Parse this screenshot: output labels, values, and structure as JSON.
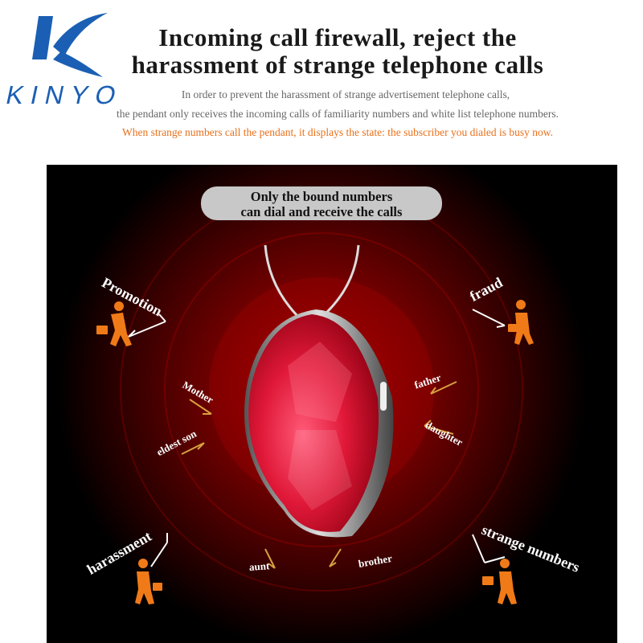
{
  "brand": {
    "name": "KINYO",
    "color": "#1a5fb4"
  },
  "title": {
    "line1": "Incoming call firewall, reject the",
    "line2": "harassment of strange telephone calls"
  },
  "description": {
    "line1": "In order to prevent the harassment of strange advertisement telephone calls,",
    "line2": "the pendant only receives the incoming calls of familiarity numbers and white list telephone numbers.",
    "line3": "When strange numbers call the pendant, it displays the state: the subscriber you dialed is busy now.",
    "highlight_color": "#e8701a"
  },
  "banner": {
    "line1": "Only the bound numbers",
    "line2": "can dial and receive the calls"
  },
  "blocked_callers": {
    "promotion": "Promotion",
    "fraud": "fraud",
    "harassment": "harassment",
    "strange_numbers": "strange numbers"
  },
  "allowed_callers": {
    "mother": "Mother",
    "eldest_son": "eldest son",
    "father": "father",
    "daughter": "daughter",
    "aunt": "aunt",
    "brother": "brother"
  },
  "colors": {
    "pendant": "#e0203a",
    "glow": "#8a0000",
    "blocked_figure": "#f07a18",
    "allowed_arrow": "#d8a040"
  },
  "icons": [
    "kinyo-logo-icon",
    "pendant-image-icon",
    "person-with-briefcase-icon",
    "arrow-icon"
  ]
}
